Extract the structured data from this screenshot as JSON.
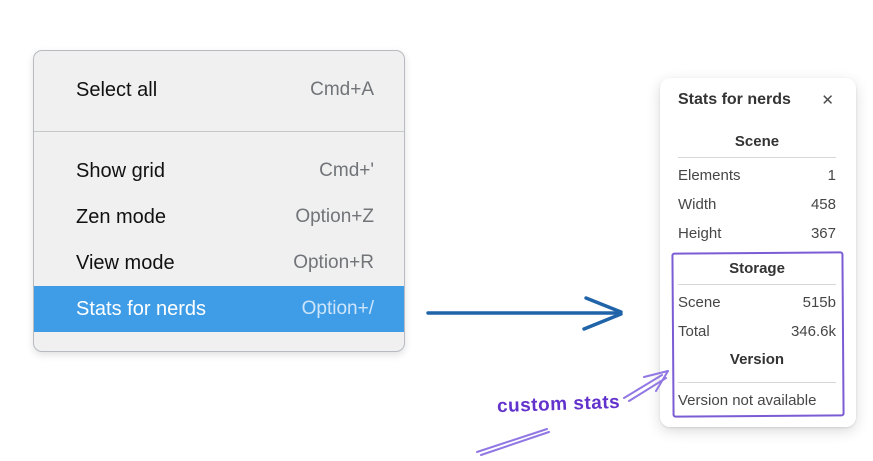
{
  "colors": {
    "menu_background": "#f0f0f1",
    "menu_border": "#b7bbbf",
    "highlight_blue": "#3f9de8",
    "shortcut_gray": "#717478",
    "blue_arrow": "#1f63a8",
    "purple_annotation": "#7b5cd4",
    "purple_text": "#6232cc",
    "purple_arrow": "#9177e3"
  },
  "icons": {
    "close": "✕"
  },
  "context_menu": {
    "groups": [
      {
        "items": [
          {
            "label": "Select all",
            "shortcut": "Cmd+A"
          }
        ]
      },
      {
        "items": [
          {
            "label": "Show grid",
            "shortcut": "Cmd+'"
          },
          {
            "label": "Zen mode",
            "shortcut": "Option+Z"
          },
          {
            "label": "View mode",
            "shortcut": "Option+R"
          },
          {
            "label": "Stats for nerds",
            "shortcut": "Option+/"
          }
        ]
      }
    ],
    "active_item": "Stats for nerds"
  },
  "stats_panel": {
    "title": "Stats for nerds",
    "sections": [
      {
        "heading": "Scene",
        "rows": [
          {
            "label": "Elements",
            "value": "1"
          },
          {
            "label": "Width",
            "value": "458"
          },
          {
            "label": "Height",
            "value": "367"
          }
        ]
      },
      {
        "heading": "Storage",
        "rows": [
          {
            "label": "Scene",
            "value": "515b"
          },
          {
            "label": "Total",
            "value": "346.6k"
          }
        ]
      },
      {
        "heading": "Version",
        "note": "Version not available"
      }
    ]
  },
  "annotation": {
    "label": "custom stats"
  }
}
